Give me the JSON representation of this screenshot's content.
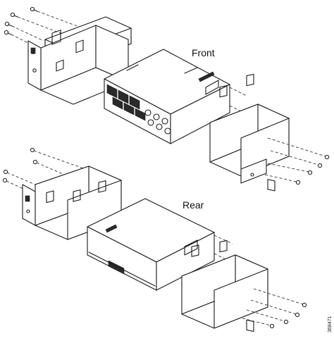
{
  "labels": {
    "front": "Front",
    "rear": "Rear"
  },
  "figure_id": "368471",
  "colors": {
    "line": "#1a1a1a",
    "background": "#ffffff"
  }
}
